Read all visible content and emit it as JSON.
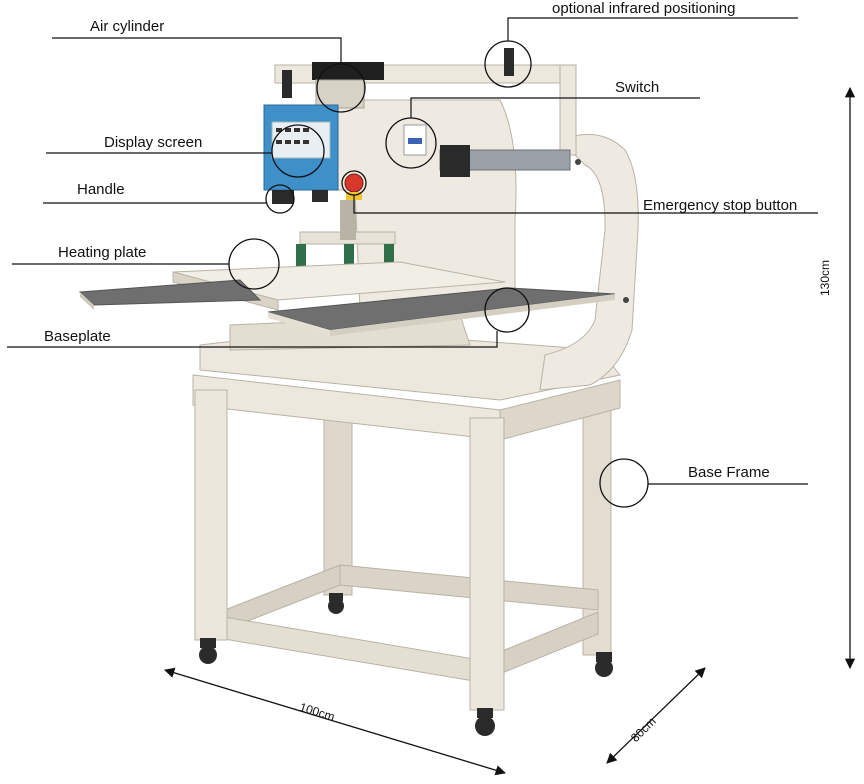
{
  "labels": {
    "air_cylinder": "Air cylinder",
    "optional_infrared": "optional infrared positioning",
    "switch": "Switch",
    "display_screen": "Display screen",
    "handle": "Handle",
    "emergency_stop": "Emergency stop button",
    "heating_plate": "Heating plate",
    "baseplate": "Baseplate",
    "base_frame": "Base Frame"
  },
  "dimensions": {
    "height": "130cm",
    "width": "100cm",
    "depth": "80cm"
  },
  "colors": {
    "frame": "#e7e2d6",
    "frame_shadow": "#c9c3b4",
    "plate": "#6f6f6f",
    "panel": "#3f8fc9",
    "stop_button": "#d8382b",
    "line": "#111111"
  }
}
